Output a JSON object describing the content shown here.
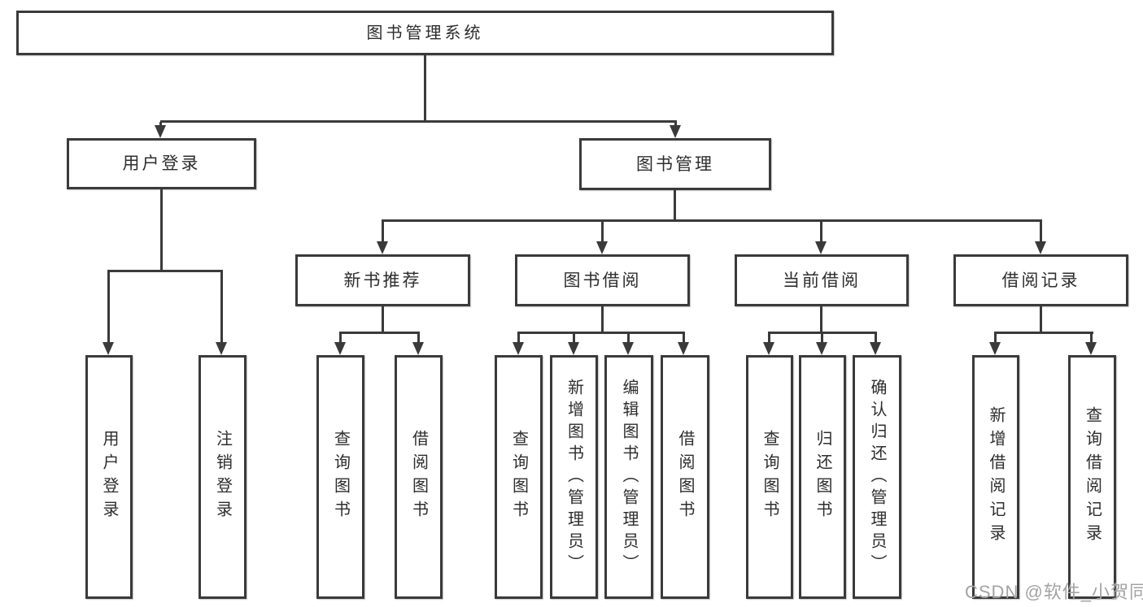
{
  "nodes": {
    "root": "图书管理系统",
    "level2": [
      "用户登录",
      "图书管理"
    ],
    "level3": [
      "新书推荐",
      "图书借阅",
      "当前借阅",
      "借阅记录"
    ],
    "leaves": [
      "用户登录",
      "注销登录",
      "查询图书",
      "借阅图书",
      "查询图书",
      "新增图书（管理员）",
      "编辑图书（管理员）",
      "借阅图书",
      "查询图书",
      "归还图书",
      "确认归还（管理员）",
      "新增借阅记录",
      "查询借阅记录"
    ]
  },
  "hierarchy": {
    "图书管理系统": {
      "用户登录": [
        "用户登录",
        "注销登录"
      ],
      "图书管理": {
        "新书推荐": [
          "查询图书",
          "借阅图书"
        ],
        "图书借阅": [
          "查询图书",
          "新增图书（管理员）",
          "编辑图书（管理员）",
          "借阅图书"
        ],
        "当前借阅": [
          "查询图书",
          "归还图书",
          "确认归还（管理员）"
        ],
        "借阅记录": [
          "新增借阅记录",
          "查询借阅记录"
        ]
      }
    }
  },
  "watermark": "CSDN @软件_小贺同学",
  "colors": {
    "line": "#3a3a3a",
    "box_border": "#3a3a3a",
    "text": "#2d2d2d",
    "watermark": "#a3a3a3",
    "background": "#ffffff"
  }
}
